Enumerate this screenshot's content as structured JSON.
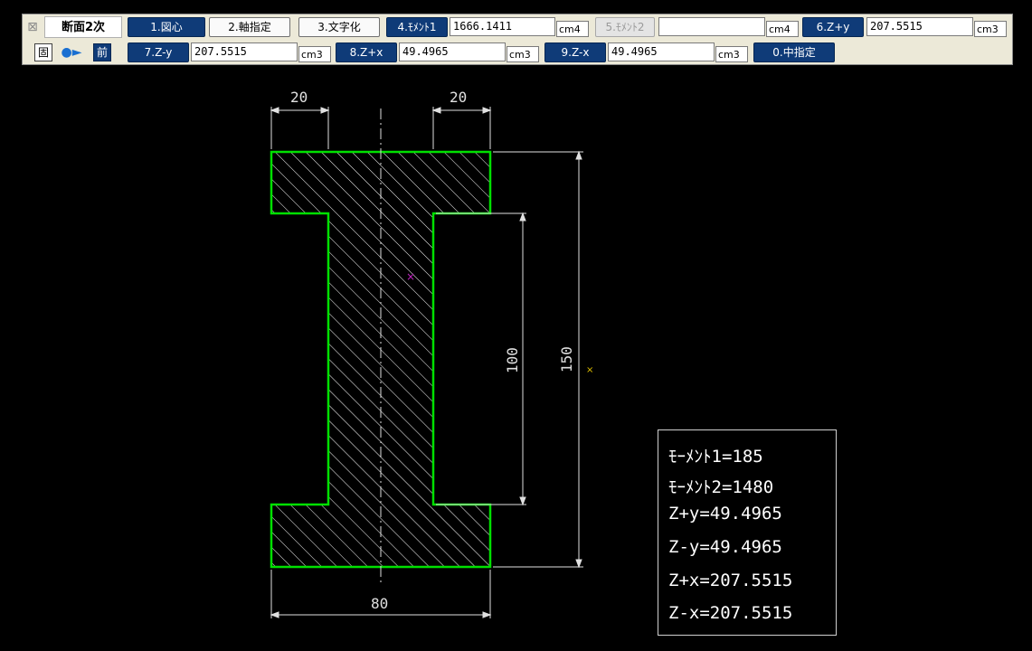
{
  "toolbar": {
    "close_glyph": "⊠",
    "title": "断面2次",
    "btn_centroid": "1.図心",
    "btn_axis": "2.軸指定",
    "btn_text": "3.文字化",
    "moment1_label": "4.ﾓﾒﾝﾄ1",
    "moment1_value": "1666.1411",
    "moment1_unit": "cm4",
    "moment2_label": "5.ﾓﾒﾝﾄ2",
    "moment2_value": "",
    "moment2_unit": "cm4",
    "zpy_label": "6.Z+y",
    "zpy_value": "207.5515",
    "zpy_unit": "cm3",
    "fix_label": "固",
    "prev_label": "前",
    "zmy_label": "7.Z-y",
    "zmy_value": "207.5515",
    "zmy_unit": "cm3",
    "zpx_label": "8.Z+x",
    "zpx_value": "49.4965",
    "zpx_unit": "cm3",
    "zmx_label": "9.Z-x",
    "zmx_value": "49.4965",
    "zmx_unit": "cm3",
    "mid_label": "0.中指定"
  },
  "drawing": {
    "dim_top_left": "20",
    "dim_top_right": "20",
    "dim_bottom": "80",
    "dim_web": "100",
    "dim_height": "150",
    "centroid_mark": "×",
    "point_mark": "×",
    "colors": {
      "outline": "#00e000",
      "hatch": "#ffffff",
      "centroid": "#c020c0",
      "point": "#e0c000"
    }
  },
  "result": {
    "line1": "ﾓｰﾒﾝﾄ1=185",
    "line2": "ﾓｰﾒﾝﾄ2=1480",
    "line3": "Z+y=49.4965",
    "line4": "Z-y=49.4965",
    "line5": "Z+x=207.5515",
    "line6": "Z-x=207.5515"
  }
}
